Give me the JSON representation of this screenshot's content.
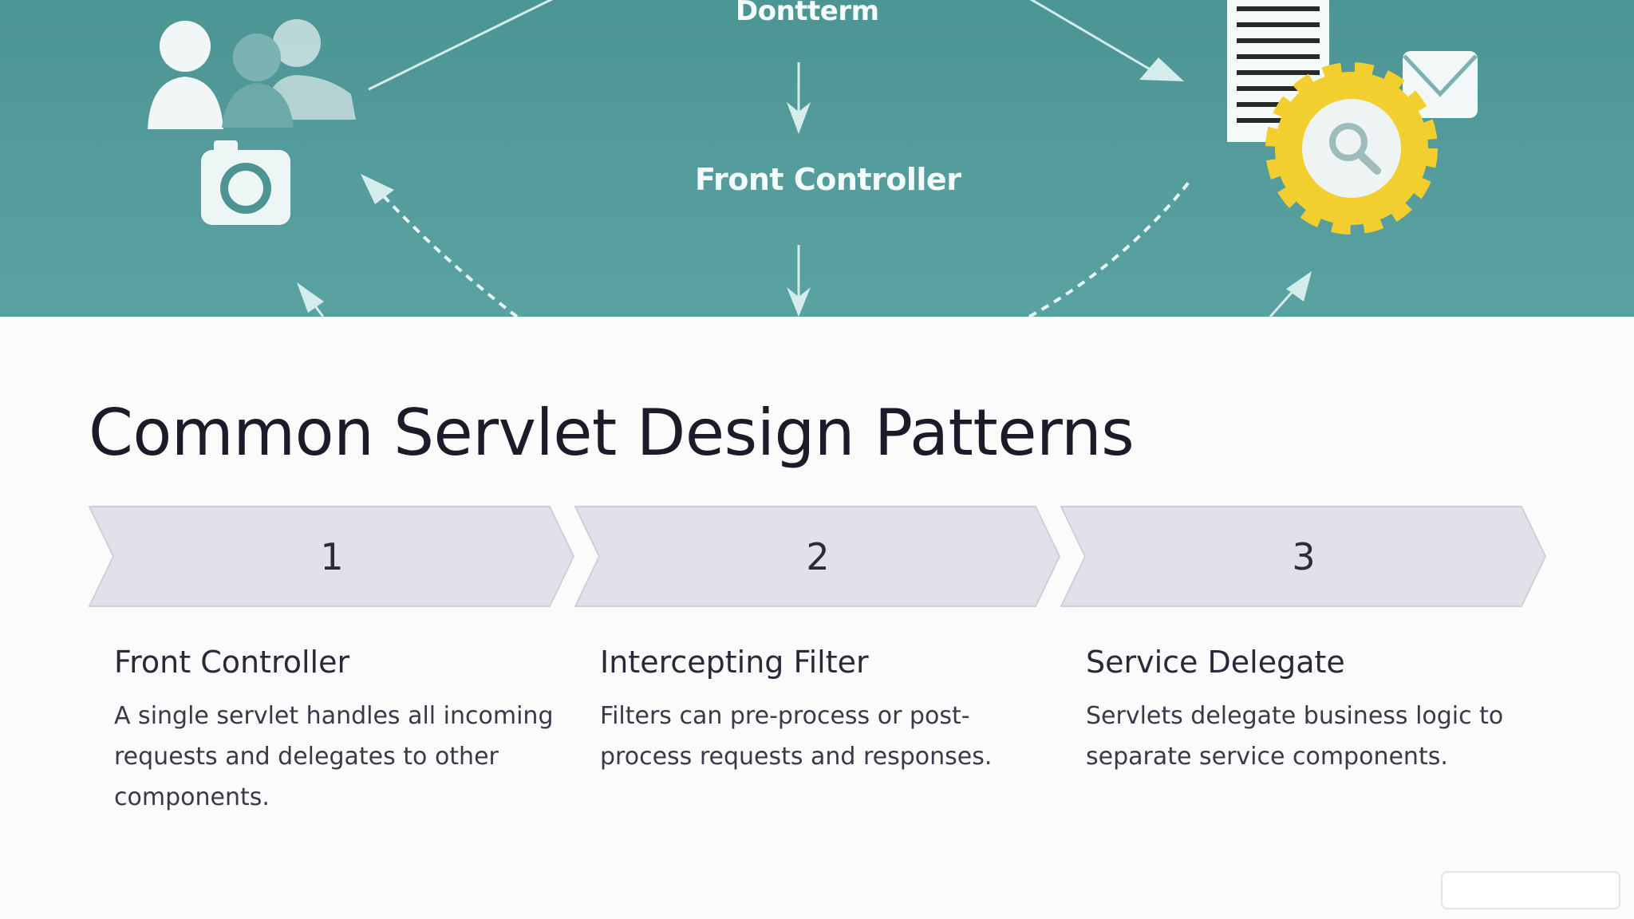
{
  "hero": {
    "label_top": "Dontterm",
    "label_mid": "Front Controller",
    "colors": {
      "background": "#559c9c",
      "accent": "#f2cf2e",
      "foreground": "#f2f8f8"
    },
    "icons": [
      "users-icon",
      "camera-icon",
      "document-icon",
      "gear-icon",
      "search-icon",
      "mail-icon"
    ]
  },
  "slide": {
    "title": "Common Servlet Design Patterns"
  },
  "steps": [
    {
      "number": "1",
      "title": "Front Controller",
      "description": "A single servlet handles all incoming requests and delegates to other components."
    },
    {
      "number": "2",
      "title": "Intercepting Filter",
      "description": "Filters can pre-process or post-process requests and responses."
    },
    {
      "number": "3",
      "title": "Service Delegate",
      "description": "Servlets delegate business logic to separate service components."
    }
  ],
  "colors": {
    "step_fill": "#e1e1ea",
    "step_stroke": "#cfcfdc",
    "heading": "#1c1b2a"
  }
}
